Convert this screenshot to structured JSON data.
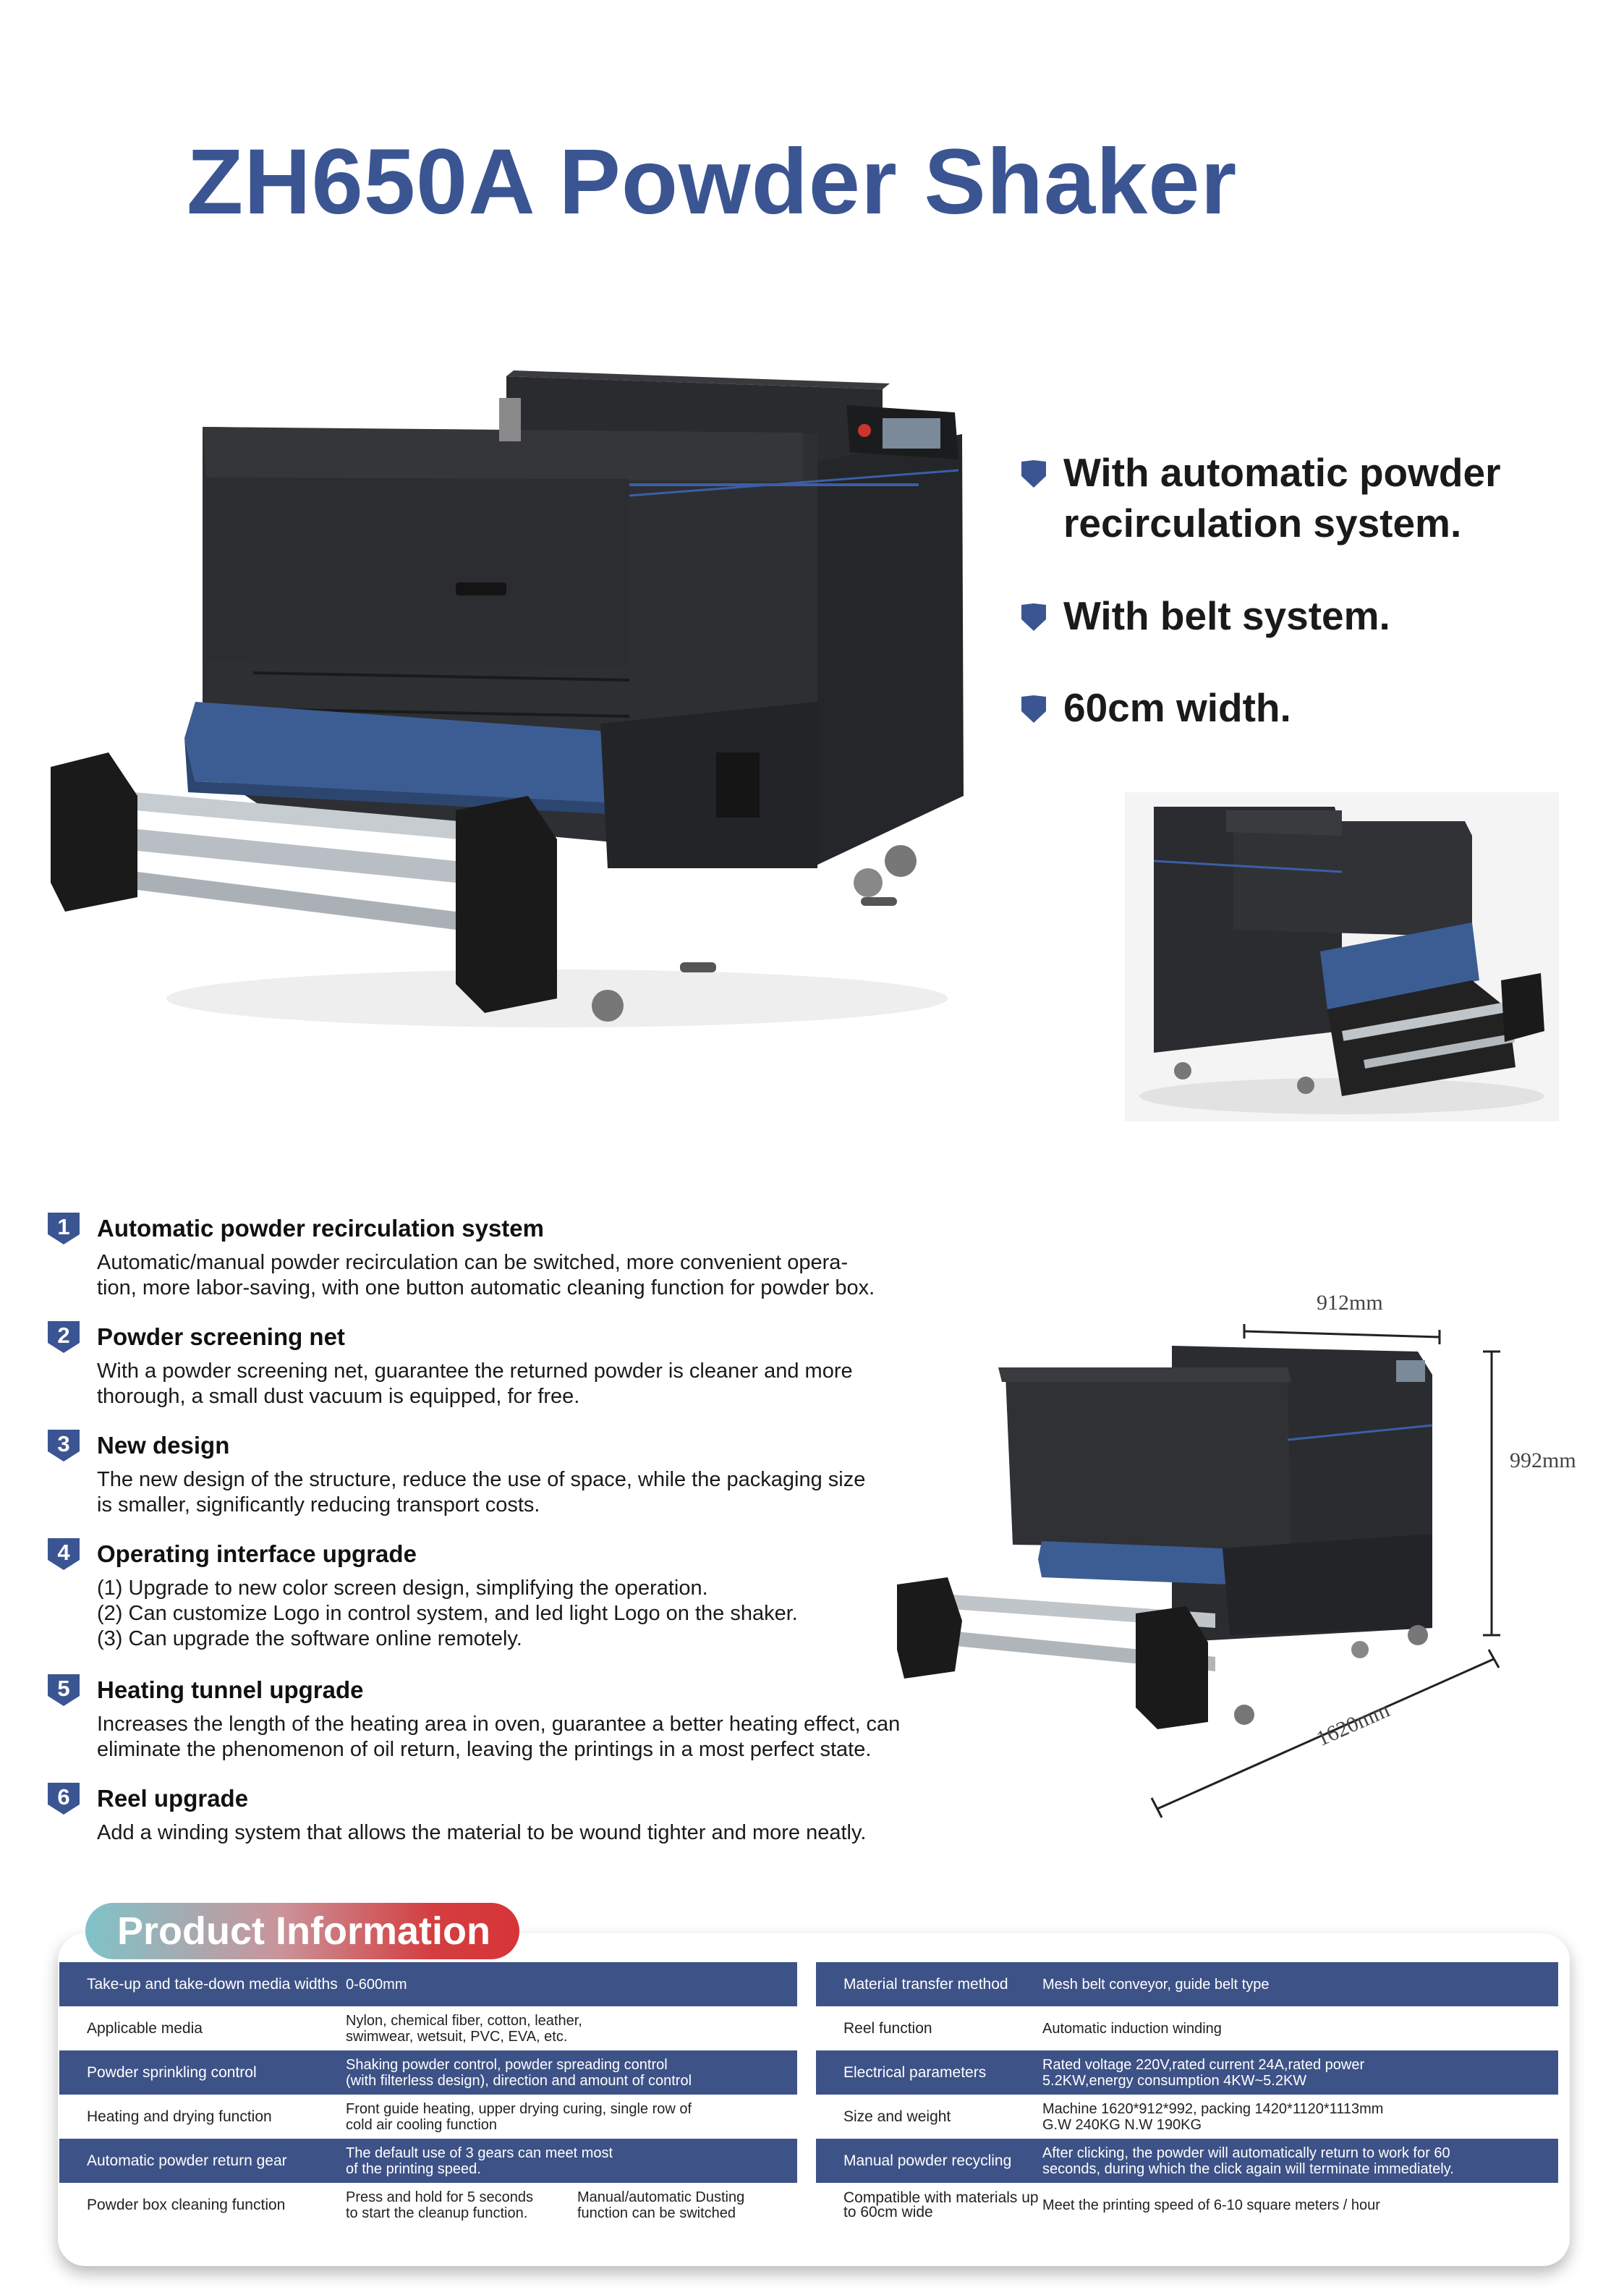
{
  "title": "ZH650A Powder Shaker",
  "bullets": [
    {
      "lines": [
        "With automatic powder",
        "recirculation system."
      ]
    },
    {
      "lines": [
        "With belt system."
      ]
    },
    {
      "lines": [
        "60cm width."
      ]
    }
  ],
  "features": [
    {
      "num": "1",
      "title": "Automatic powder recirculation system",
      "lines": [
        "Automatic/manual powder recirculation can be switched,  more convenient opera-",
        "tion, more labor-saving, with one button automatic cleaning function for powder box."
      ]
    },
    {
      "num": "2",
      "title": "Powder screening net",
      "lines": [
        "With a powder screening net, guarantee the returned powder is cleaner and more",
        "thorough, a small dust vacuum is equipped, for free."
      ]
    },
    {
      "num": "3",
      "title": "New design",
      "lines": [
        "The new design of the structure, reduce the use of space, while the packaging size",
        "is smaller, significantly reducing transport costs."
      ]
    },
    {
      "num": "4",
      "title": "Operating interface upgrade",
      "lines": [
        "(1) Upgrade to new color screen design, simplifying the operation.",
        "(2) Can customize Logo in control system, and led light Logo on the shaker.",
        "(3) Can upgrade the software online remotely."
      ]
    },
    {
      "num": "5",
      "title": "Heating tunnel upgrade",
      "lines": [
        "Increases the length of the heating area in oven, guarantee a better heating effect, can",
        "eliminate the phenomenon of oil return, leaving the printings in a most perfect state."
      ]
    },
    {
      "num": "6",
      "title": "Reel upgrade",
      "lines": [
        "Add a winding system that allows the material to be wound tighter and more neatly."
      ]
    }
  ],
  "dimensions": {
    "width": "912mm",
    "height": "992mm",
    "length": "1620mm"
  },
  "product_info": {
    "heading": "Product Information",
    "left": [
      {
        "label": "Take-up and take-down media widths",
        "value": "0-600mm"
      },
      {
        "label": "Applicable media",
        "value": "Nylon, chemical fiber, cotton, leather,\nswimwear, wetsuit, PVC, EVA, etc."
      },
      {
        "label": "Powder sprinkling control",
        "value": "Shaking powder control, powder spreading control\n(with filterless design), direction and amount of control"
      },
      {
        "label": "Heating and drying function",
        "value": "Front guide heating, upper drying curing, single row of\ncold air cooling function"
      },
      {
        "label": "Automatic powder return gear",
        "value": "The default use of 3 gears can meet most\nof the printing speed."
      },
      {
        "label": "Powder box cleaning function",
        "value": "Press and hold for 5 seconds\nto start the cleanup function.",
        "value2": "Manual/automatic Dusting\nfunction can be switched"
      }
    ],
    "right": [
      {
        "label": "Material transfer method",
        "value": "Mesh belt conveyor, guide belt type"
      },
      {
        "label": "Reel function",
        "value": "Automatic induction winding"
      },
      {
        "label": "Electrical parameters",
        "value": "Rated voltage 220V,rated current 24A,rated power\n5.2KW,energy consumption 4KW~5.2KW"
      },
      {
        "label": "Size and weight",
        "value": "Machine 1620*912*992, packing 1420*1120*1113mm\nG.W 240KG N.W 190KG"
      },
      {
        "label": "Manual powder recycling",
        "value": "After clicking, the powder will automatically return to work for 60\nseconds, during which the click again will terminate immediately."
      },
      {
        "label": "Compatible with materials up\nto 60cm wide",
        "value": "Meet the printing speed of 6-10 square meters / hour"
      }
    ]
  }
}
